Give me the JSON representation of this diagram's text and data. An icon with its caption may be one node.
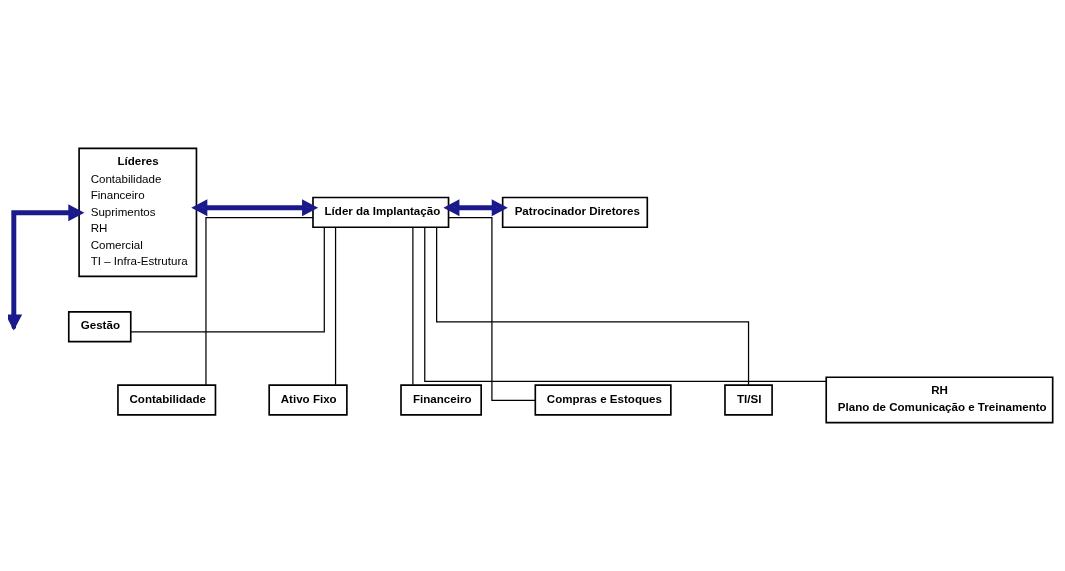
{
  "diagram": {
    "nodes": [
      {
        "text": [
          "Líderes",
          "Contabilidade",
          "Financeiro",
          "Suprimentos",
          "RH",
          "Comercial",
          "TI – Infra-Estrutura"
        ]
      },
      {
        "text": [
          "Líder da Implantação"
        ]
      },
      {
        "text": [
          "Patrocinador Diretores"
        ]
      },
      {
        "text": [
          "Gestão"
        ]
      },
      {
        "text": [
          "Contabilidade"
        ]
      },
      {
        "text": [
          "Ativo Fixo"
        ]
      },
      {
        "text": [
          "Financeiro"
        ]
      },
      {
        "text": [
          "Compras e Estoques"
        ]
      },
      {
        "text": [
          "TI/SI"
        ]
      },
      {
        "text": [
          "RH",
          "Plano de Comunicação e Treinamento"
        ]
      }
    ],
    "edges": [
      {
        "from": 0,
        "to": 1,
        "arrow": "both",
        "style": "thick",
        "color": "#1a1a8c"
      },
      {
        "from": 1,
        "to": 2,
        "arrow": "both",
        "style": "thick",
        "color": "#1a1a8c"
      },
      {
        "from": 1,
        "to": 3,
        "arrow": "none"
      },
      {
        "from": 1,
        "to": 4,
        "arrow": "none"
      },
      {
        "from": 1,
        "to": 5,
        "arrow": "none"
      },
      {
        "from": 1,
        "to": 6,
        "arrow": "none"
      },
      {
        "from": 1,
        "to": 7,
        "arrow": "none"
      },
      {
        "from": 1,
        "to": 8,
        "arrow": "none"
      },
      {
        "from": 1,
        "to": 9,
        "arrow": "none"
      },
      {
        "from": 0,
        "to": null,
        "arrow": "both",
        "style": "thick",
        "color": "#1a1a8c"
      }
    ]
  }
}
